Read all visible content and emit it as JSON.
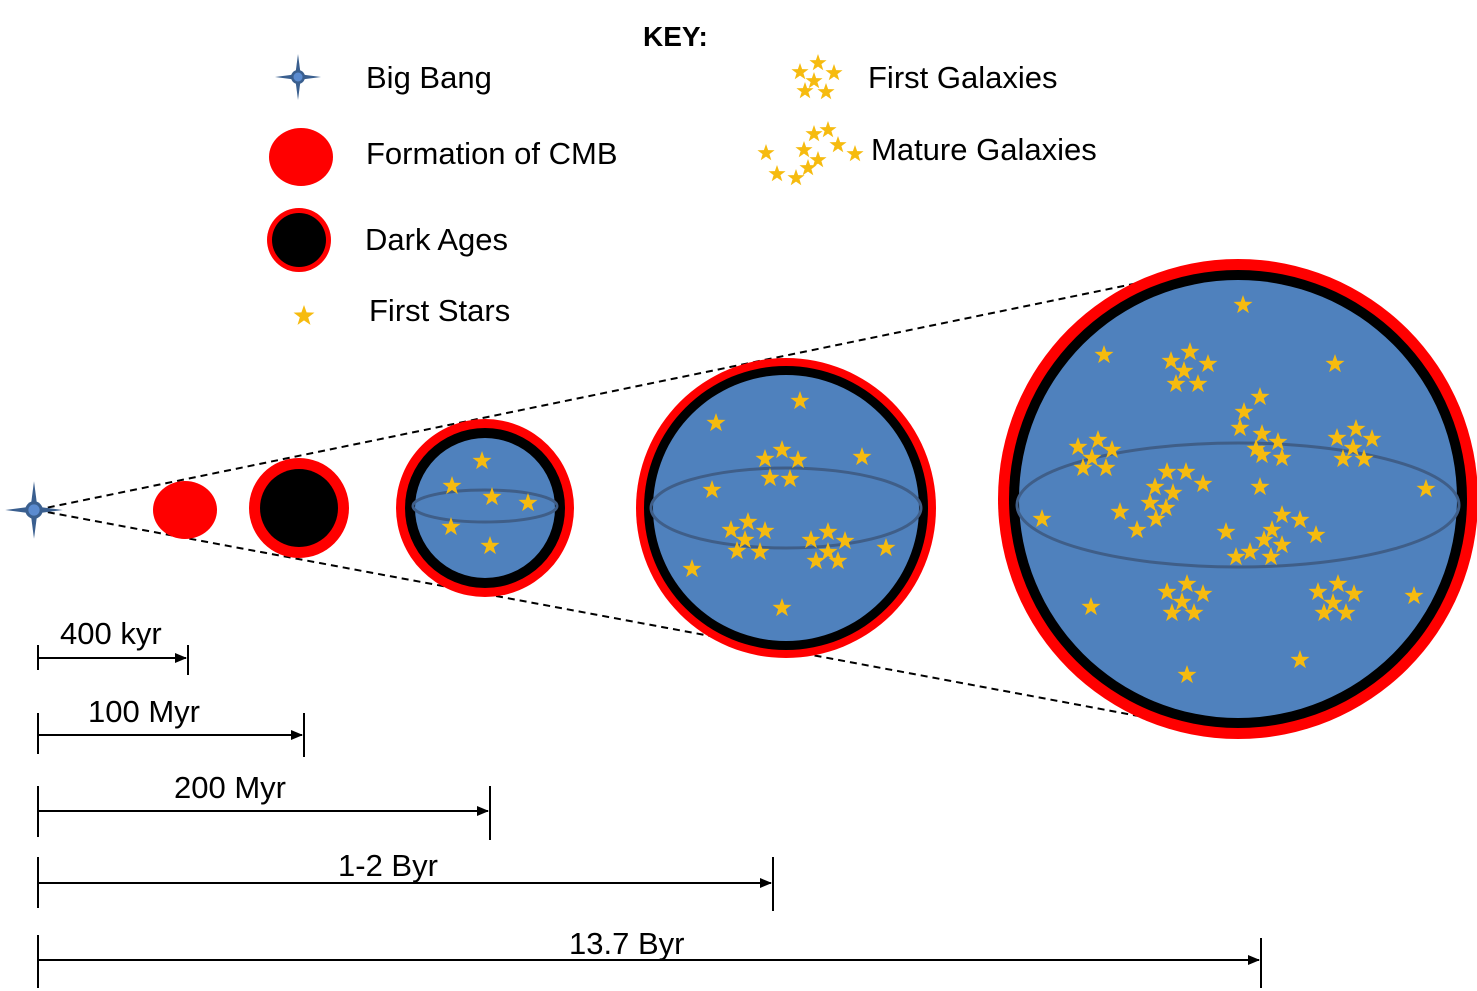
{
  "key": {
    "title": "KEY:",
    "items": [
      {
        "id": "big-bang",
        "label": "Big Bang",
        "icon": "big-bang-icon"
      },
      {
        "id": "cmb",
        "label": "Formation of CMB",
        "icon": "red-circle-icon"
      },
      {
        "id": "dark-ages",
        "label": "Dark Ages",
        "icon": "black-circle-red-ring-icon"
      },
      {
        "id": "first-stars",
        "label": "First Stars",
        "icon": "small-star-icon"
      },
      {
        "id": "first-galaxies",
        "label": "First Galaxies",
        "icon": "star-cluster-icon"
      },
      {
        "id": "mature-galaxies",
        "label": "Mature Galaxies",
        "icon": "scattered-stars-icon"
      }
    ]
  },
  "timeline": [
    {
      "id": "t-400kyr",
      "label": "400 kyr"
    },
    {
      "id": "t-100myr",
      "label": "100 Myr"
    },
    {
      "id": "t-200myr",
      "label": "200 Myr"
    },
    {
      "id": "t-1-2byr",
      "label": "1-2 Byr"
    },
    {
      "id": "t-13-7byr",
      "label": "13.7 Byr"
    }
  ],
  "colors": {
    "cmb_red": "#FF0000",
    "dark_black": "#000000",
    "universe_blue": "#4F81BD",
    "star_gold": "#F6BB0F",
    "big_bang_blue": "#3A5F8F"
  }
}
